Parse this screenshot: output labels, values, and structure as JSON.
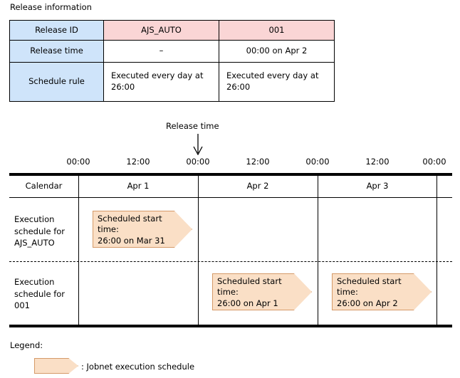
{
  "release_info": {
    "caption": "Release information",
    "row_headers": [
      "Release ID",
      "Release time",
      "Schedule rule"
    ],
    "columns": [
      {
        "release_id": "AJS_AUTO",
        "release_time": "–",
        "schedule_rule": "Executed every day at 26:00"
      },
      {
        "release_id": "001",
        "release_time": "00:00 on Apr 2",
        "schedule_rule": "Executed every day at 26:00"
      }
    ],
    "header_bg": "#cfe4fa",
    "id_cell_bg": "#fad5d5"
  },
  "timeline": {
    "release_time_label": "Release time",
    "release_time_marker_icon": "down-arrow-icon",
    "tick_labels": [
      "00:00",
      "12:00",
      "00:00",
      "12:00",
      "00:00",
      "12:00",
      "00:00"
    ],
    "calendar_row_label": "Calendar",
    "days": [
      "Apr 1",
      "Apr 2",
      "Apr 3"
    ],
    "rows": [
      {
        "label": "Execution\nschedule for\nAJS_AUTO",
        "label_line1": "Execution",
        "label_line2": "schedule for",
        "label_line3": "AJS_AUTO",
        "callouts": [
          {
            "text": "Scheduled start\ntime:\n26:00 on Mar 31"
          }
        ]
      },
      {
        "label": "Execution\nschedule for\n001",
        "label_line1": "Execution",
        "label_line2": "schedule for",
        "label_line3": "001",
        "callouts": [
          {
            "text": "Scheduled start\ntime:\n26:00 on Apr 1"
          },
          {
            "text": "Scheduled start\ntime:\n26:00 on Apr 2"
          }
        ]
      }
    ],
    "callout_fill": "#fadfc6",
    "callout_border": "#d59a68"
  },
  "legend": {
    "title": "Legend:",
    "swatch_icon": "chevron-callout-icon",
    "description": ": Jobnet execution schedule"
  }
}
